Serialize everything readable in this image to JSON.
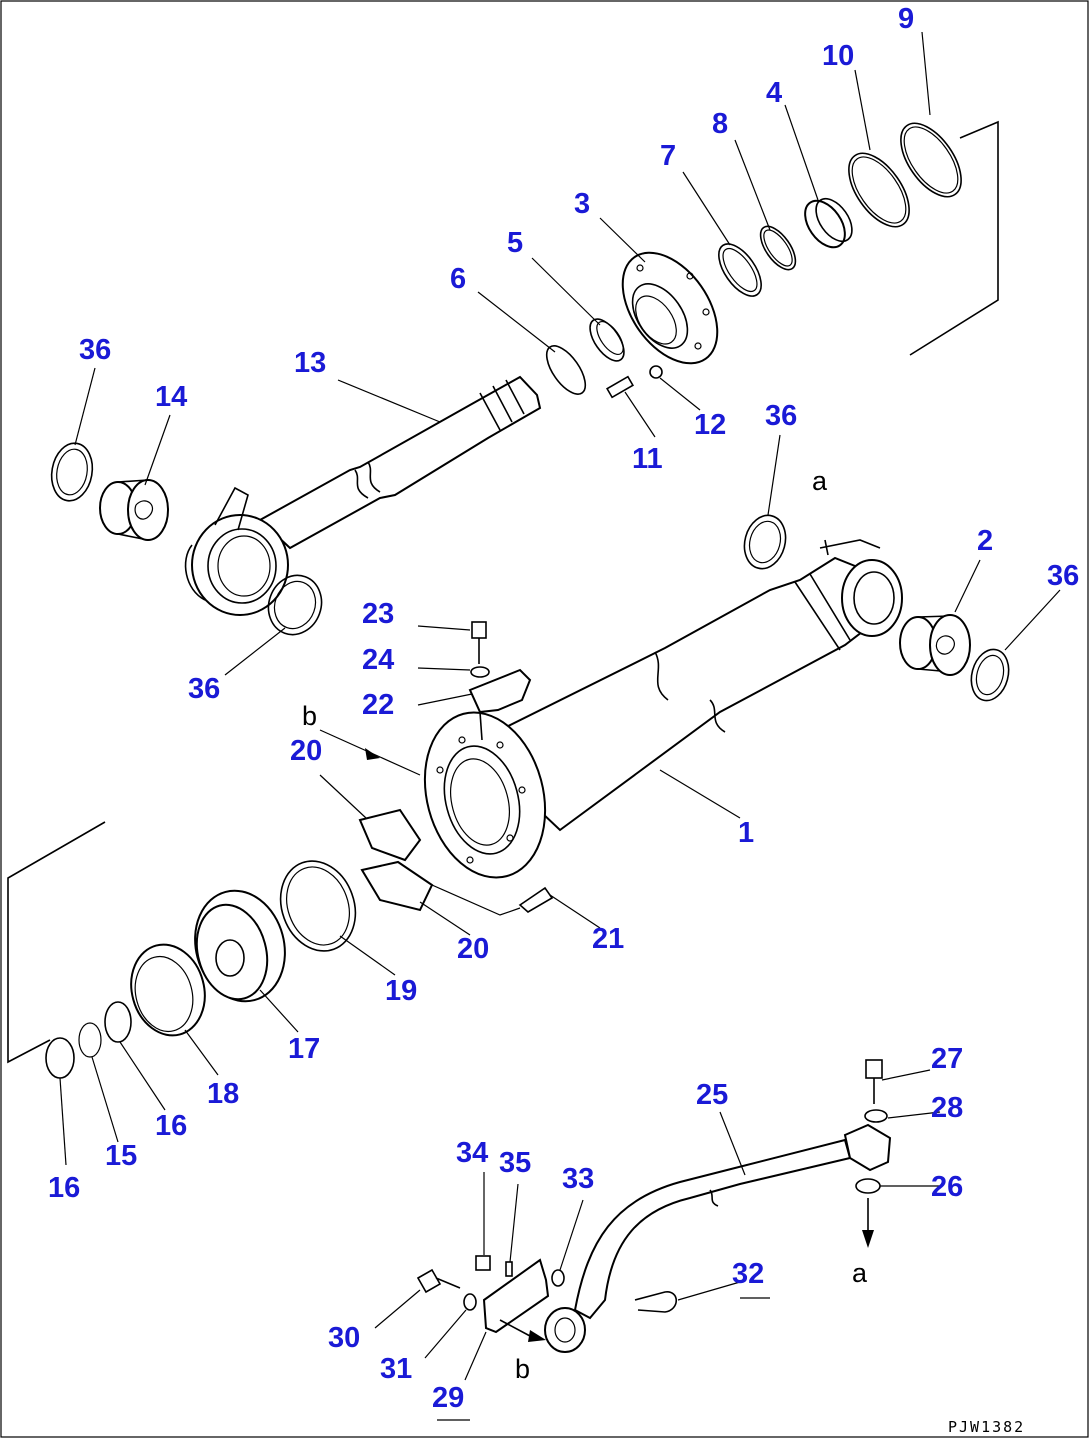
{
  "diagram": {
    "drawing_code": "PJW1382",
    "callouts": [
      {
        "id": "c1",
        "text": "1"
      },
      {
        "id": "c2",
        "text": "2"
      },
      {
        "id": "c3",
        "text": "3"
      },
      {
        "id": "c4",
        "text": "4"
      },
      {
        "id": "c5",
        "text": "5"
      },
      {
        "id": "c6",
        "text": "6"
      },
      {
        "id": "c7",
        "text": "7"
      },
      {
        "id": "c8",
        "text": "8"
      },
      {
        "id": "c9",
        "text": "9"
      },
      {
        "id": "c10",
        "text": "10"
      },
      {
        "id": "c11",
        "text": "11"
      },
      {
        "id": "c12",
        "text": "12"
      },
      {
        "id": "c13",
        "text": "13"
      },
      {
        "id": "c14",
        "text": "14"
      },
      {
        "id": "c15",
        "text": "15"
      },
      {
        "id": "c16a",
        "text": "16"
      },
      {
        "id": "c16b",
        "text": "16"
      },
      {
        "id": "c17",
        "text": "17"
      },
      {
        "id": "c18",
        "text": "18"
      },
      {
        "id": "c19",
        "text": "19"
      },
      {
        "id": "c20a",
        "text": "20"
      },
      {
        "id": "c20b",
        "text": "20"
      },
      {
        "id": "c21",
        "text": "21"
      },
      {
        "id": "c22",
        "text": "22"
      },
      {
        "id": "c23",
        "text": "23"
      },
      {
        "id": "c24",
        "text": "24"
      },
      {
        "id": "c25",
        "text": "25"
      },
      {
        "id": "c26",
        "text": "26"
      },
      {
        "id": "c27",
        "text": "27"
      },
      {
        "id": "c28",
        "text": "28"
      },
      {
        "id": "c29",
        "text": "29"
      },
      {
        "id": "c30",
        "text": "30"
      },
      {
        "id": "c31",
        "text": "31"
      },
      {
        "id": "c32",
        "text": "32"
      },
      {
        "id": "c33",
        "text": "33"
      },
      {
        "id": "c34",
        "text": "34"
      },
      {
        "id": "c35",
        "text": "35"
      },
      {
        "id": "c36a",
        "text": "36"
      },
      {
        "id": "c36b",
        "text": "36"
      },
      {
        "id": "c36c",
        "text": "36"
      },
      {
        "id": "c36d",
        "text": "36"
      }
    ],
    "reference_marks": [
      {
        "id": "ra1",
        "text": "a"
      },
      {
        "id": "ra2",
        "text": "a"
      },
      {
        "id": "rb1",
        "text": "b"
      },
      {
        "id": "rb2",
        "text": "b"
      }
    ],
    "colors": {
      "callout": "#1a1ad6",
      "line": "#000000",
      "background": "#ffffff"
    }
  }
}
